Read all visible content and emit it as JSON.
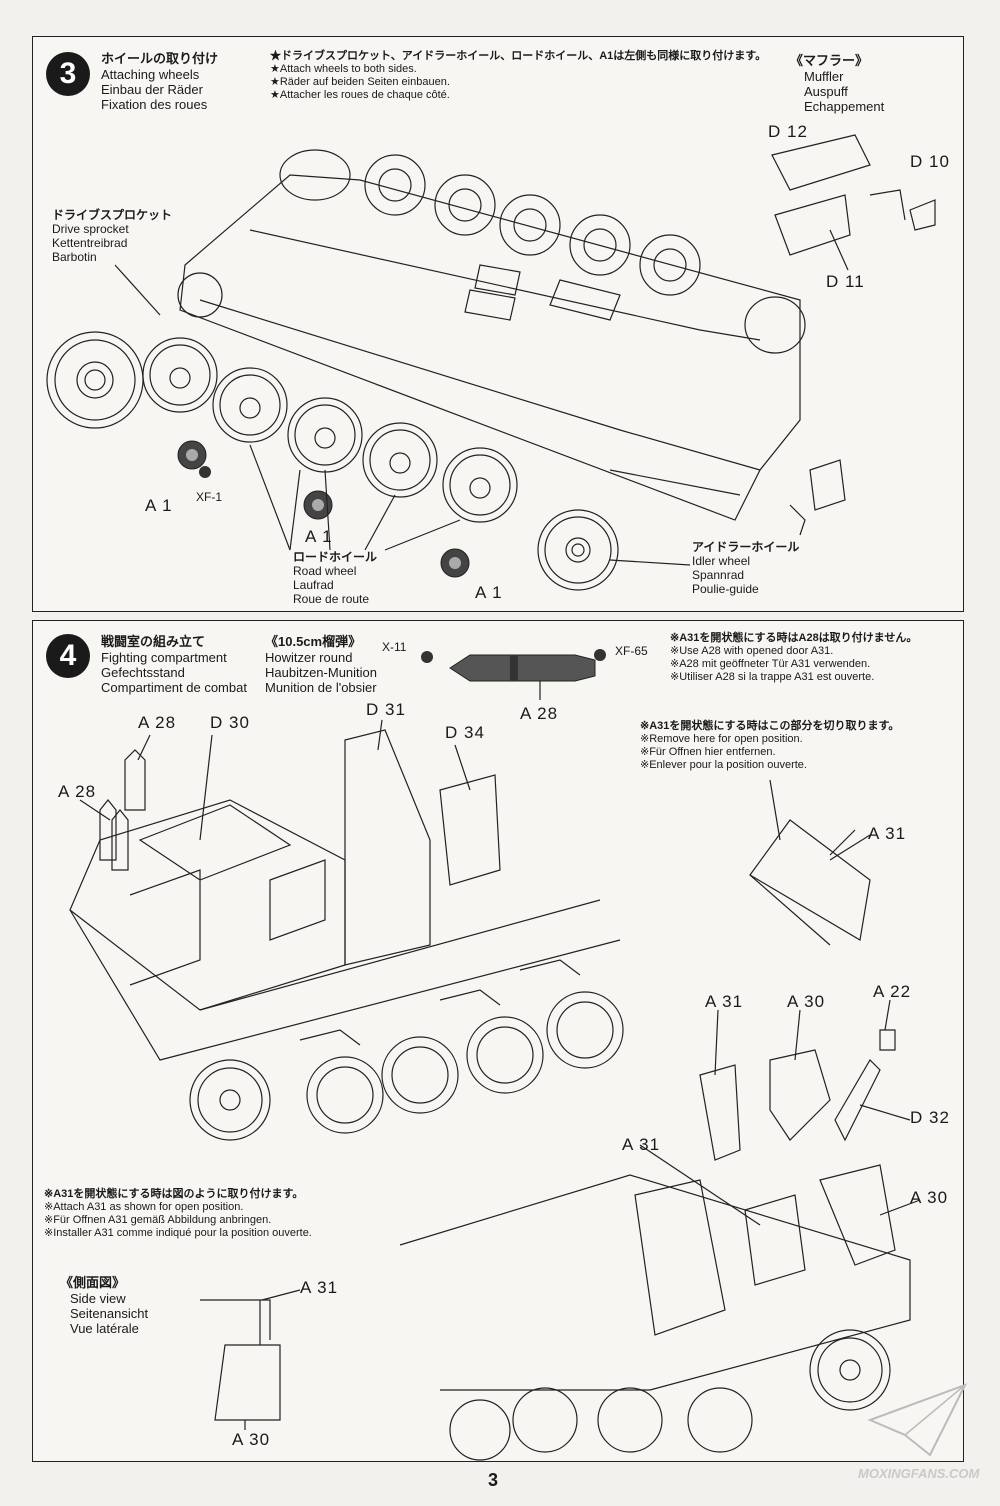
{
  "step3": {
    "number": "3",
    "title_jp": "ホイールの取り付け",
    "title_en": "Attaching wheels",
    "title_de": "Einbau der Räder",
    "title_fr": "Fixation des roues",
    "note_jp": "★ドライブスプロケット、アイドラーホイール、ロードホイール、A1は左側も同様に取り付けます。",
    "note_en": "★Attach wheels to both sides.",
    "note_de": "★Räder auf beiden Seiten einbauen.",
    "note_fr": "★Attacher les roues de chaque côté.",
    "muffler_jp": "《マフラー》",
    "muffler_en": "Muffler",
    "muffler_de": "Auspuff",
    "muffler_fr": "Echappement",
    "sprocket_jp": "ドライブスプロケット",
    "sprocket_en": "Drive sprocket",
    "sprocket_de": "Kettentreibrad",
    "sprocket_fr": "Barbotin",
    "roadwheel_jp": "ロードホイール",
    "roadwheel_en": "Road wheel",
    "roadwheel_de": "Laufrad",
    "roadwheel_fr": "Roue de route",
    "idler_jp": "アイドラーホイール",
    "idler_en": "Idler wheel",
    "idler_de": "Spannrad",
    "idler_fr": "Poulie-guide",
    "parts": {
      "d12": "D 12",
      "d10": "D 10",
      "d11": "D 11",
      "a1": "A 1",
      "xf1": "XF-1"
    }
  },
  "step4": {
    "number": "4",
    "title_jp": "戦闘室の組み立て",
    "title_en": "Fighting compartment",
    "title_de": "Gefechtsstand",
    "title_fr": "Compartiment de combat",
    "round_jp": "《10.5cm榴弾》",
    "round_en": "Howitzer round",
    "round_de": "Haubitzen-Munition",
    "round_fr": "Munition de l'obsier",
    "note1_jp": "※A31を開状態にする時はA28は取り付けません。",
    "note1_en": "※Use A28 with opened door A31.",
    "note1_de": "※A28 mit geöffneter Tür A31 verwenden.",
    "note1_fr": "※Utiliser A28 si la trappe A31 est ouverte.",
    "note2_jp": "※A31を開状態にする時はこの部分を切り取ります。",
    "note2_en": "※Remove here for open position.",
    "note2_de": "※Für Offnen hier entfernen.",
    "note2_fr": "※Enlever pour la position ouverte.",
    "note3_jp": "※A31を開状態にする時は図のように取り付けます。",
    "note3_en": "※Attach A31 as shown for open position.",
    "note3_de": "※Für Offnen A31 gemäß Abbildung anbringen.",
    "note3_fr": "※Installer A31 comme indiqué pour la position ouverte.",
    "side_jp": "《側面図》",
    "side_en": "Side view",
    "side_de": "Seitenansicht",
    "side_fr": "Vue latérale",
    "parts": {
      "x11": "X-11",
      "xf65": "XF-65",
      "a28": "A 28",
      "d30": "D 30",
      "d31": "D 31",
      "d34": "D 34",
      "a31": "A 31",
      "a30": "A 30",
      "a22": "A 22",
      "d32": "D 32"
    }
  },
  "page_number": "3",
  "watermark": "MOXINGFANS.COM"
}
